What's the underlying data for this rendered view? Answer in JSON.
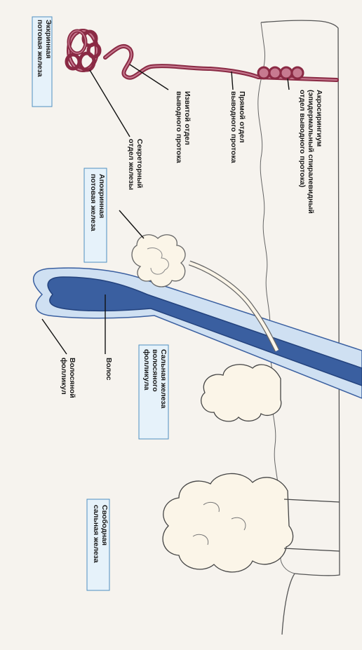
{
  "labels": {
    "eccrine": [
      "Эккринная",
      "потовая железа"
    ],
    "acrosyringium": [
      "Акросирингиум",
      "(эпидермальный спиралевидный",
      "отдел выводного протока)"
    ],
    "straight_duct": [
      "Прямой отдел",
      "выводного протока"
    ],
    "coiled_duct": [
      "Извитой отдел",
      "выводного протока"
    ],
    "secretory": [
      "Секреторный",
      "отдел железы"
    ],
    "apocrine": [
      "Апокринная",
      "потовая железа"
    ],
    "hair": [
      "Волос"
    ],
    "follicle": [
      "Волосяной",
      "фолликул"
    ],
    "follicle_sebaceous": [
      "Сальная железа",
      "волосяного",
      "фолликула"
    ],
    "free_sebaceous": [
      "Свободная",
      "сальная железа"
    ]
  },
  "colors": {
    "eccrine_gland": "#8a2a44",
    "eccrine_gland_light": "#c77a90",
    "hair": "#3a5fa0",
    "hair_dark": "#23427d",
    "follicle_sheath": "#cfe0f2",
    "gland_fill": "#fbf5e8",
    "label_box": "#e6f2fa",
    "label_box_border": "#4f8fc0",
    "skin_line": "#555555"
  }
}
